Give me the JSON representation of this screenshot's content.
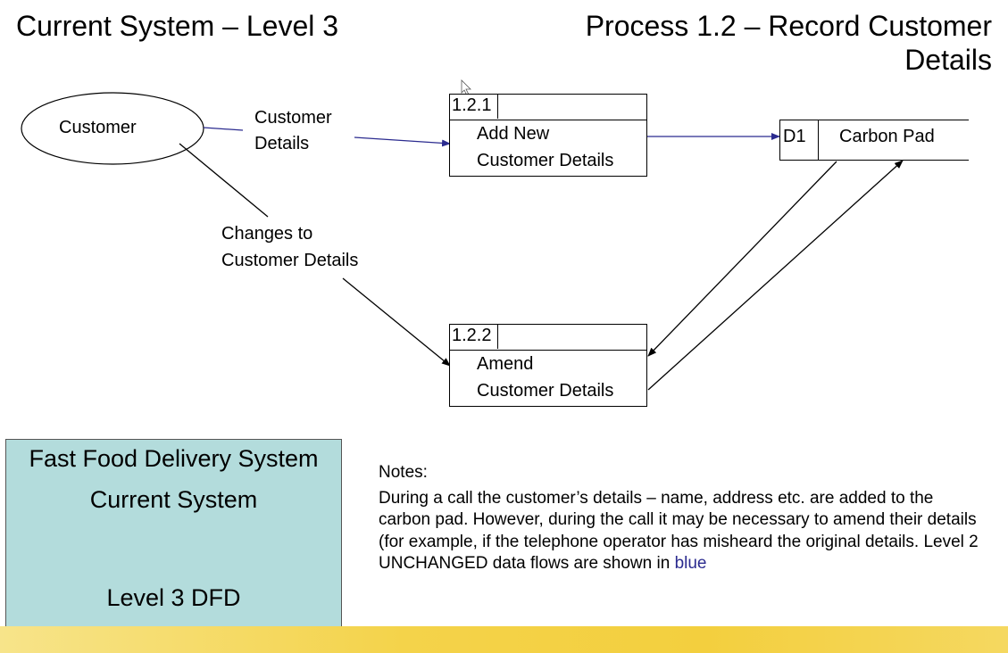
{
  "header": {
    "left_title": "Current System – Level 3",
    "right_title": "Process 1.2 – Record Customer Details"
  },
  "entity": {
    "label": "Customer"
  },
  "flows": {
    "customer_details": "Customer Details",
    "changes_line1": "Changes to",
    "changes_line2": "Customer Details"
  },
  "processes": [
    {
      "id": "1.2.1",
      "line1": "Add New",
      "line2": "Customer Details"
    },
    {
      "id": "1.2.2",
      "line1": "Amend",
      "line2": "Customer Details"
    }
  ],
  "datastore": {
    "id": "D1",
    "name": "Carbon Pad"
  },
  "legend": {
    "line1": "Fast Food Delivery System",
    "line2": "Current System",
    "line3": "Level 3 DFD"
  },
  "notes": {
    "heading": "Notes:",
    "body": "During a call the customer’s details – name, address etc. are added to the carbon pad. However, during the call it may be necessary to amend their details (for example, if the telephone operator has misheard the original details. Level 2 UNCHANGED data flows are shown in ",
    "blue_word": "blue"
  },
  "colors": {
    "unchanged_flow": "#2b2b8f",
    "changed_flow": "#000000",
    "legend_bg": "#b3dcdc",
    "footer_bar": "#f3cf3e"
  }
}
